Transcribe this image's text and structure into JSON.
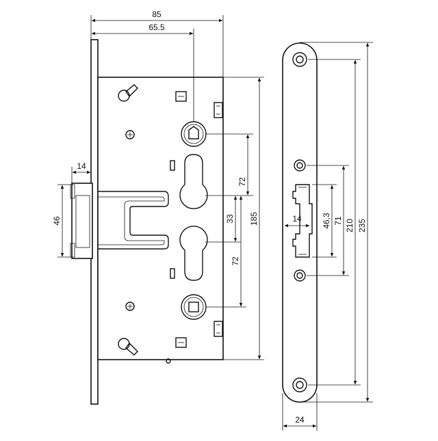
{
  "dimensions": {
    "width_total": "85",
    "backset": "65.5",
    "faceplate_height": "185",
    "spindle_to_cylinder": "72",
    "cylinder_spacing": "33",
    "lower_spacing": "72",
    "latch_width": "14",
    "latch_height": "46",
    "strike_opening_width": "14",
    "strike_opening_height": "46,3",
    "strike_inner_holes": "71",
    "strike_outer_holes": "210",
    "strike_length": "235",
    "strike_width": "24"
  }
}
